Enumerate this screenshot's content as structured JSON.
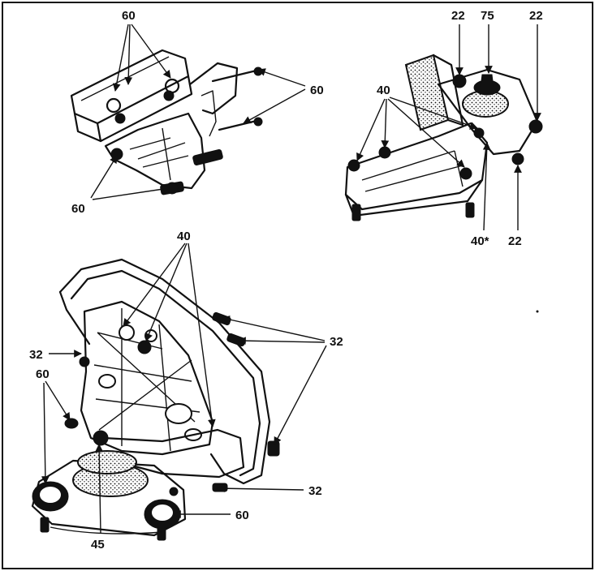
{
  "labels": {
    "tl_top": "60",
    "tl_right": "60",
    "tl_bottom": "60",
    "tr_22_left": "22",
    "tr_75": "75",
    "tr_22_right": "22",
    "tr_40": "40",
    "tr_40star": "40*",
    "tr_22_bottom": "22",
    "b_40": "40",
    "b_32_left": "32",
    "b_60_left": "60",
    "b_32_right": "32",
    "b_32_bottom": "32",
    "b_60_bottom": "60",
    "b_45": "45"
  },
  "colors": {
    "ink": "#111111",
    "paper": "#ffffff"
  }
}
